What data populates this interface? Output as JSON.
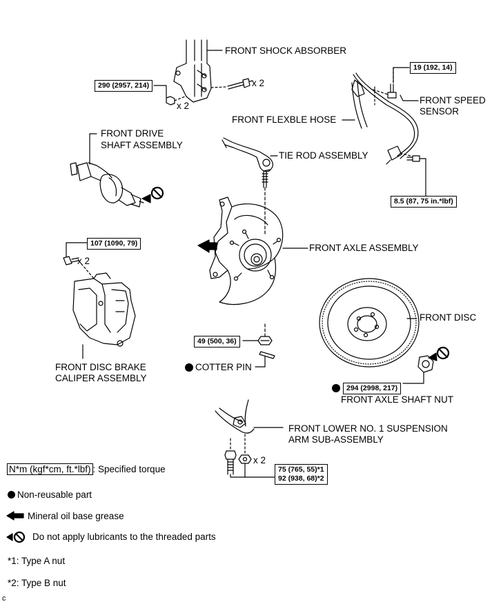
{
  "labels": {
    "shock_absorber": "FRONT SHOCK ABSORBER",
    "speed_sensor_1": "FRONT SPEED",
    "speed_sensor_2": "SENSOR",
    "flexible_hose": "FRONT FLEXBLE HOSE",
    "drive_shaft_1": "FRONT DRIVE",
    "drive_shaft_2": "SHAFT ASSEMBLY",
    "tie_rod": "TIE ROD ASSEMBLY",
    "axle_assembly": "FRONT AXLE ASSEMBLY",
    "front_disc": "FRONT DISC",
    "caliper_1": "FRONT DISC BRAKE",
    "caliper_2": "CALIPER ASSEMBLY",
    "cotter_pin": "COTTER PIN",
    "axle_nut": "FRONT AXLE SHAFT NUT",
    "lower_arm_1": "FRONT LOWER NO. 1 SUSPENSION",
    "lower_arm_2": "ARM SUB-ASSEMBLY"
  },
  "torques": {
    "shock": "290 (2957, 214)",
    "sensor_top": "19 (192, 14)",
    "sensor_bottom": "8.5 (87, 75 in.*lbf)",
    "caliper": "107 (1090, 79)",
    "tie_rod_nut": "49 (500, 36)",
    "axle_nut": "294 (2998, 217)",
    "arm_a": "75 (765, 55)*1",
    "arm_b": "92 (938, 68)*2"
  },
  "multipliers": {
    "shock_bolt": "x 2",
    "shock_nut": "x 2",
    "caliper": "x 2",
    "arm": "x 2"
  },
  "legend": {
    "torque_unit": "N*m (kgf*cm, ft.*lbf)",
    "torque_text": ": Specified torque",
    "non_reusable": "Non-reusable part",
    "grease": "Mineral oil base grease",
    "no_lube": "Do not apply lubricants to the threaded parts",
    "note1": "*1: Type A nut",
    "note2": "*2: Type B nut"
  },
  "corner_mark": "c",
  "colors": {
    "ink": "#000000",
    "background": "#ffffff"
  }
}
